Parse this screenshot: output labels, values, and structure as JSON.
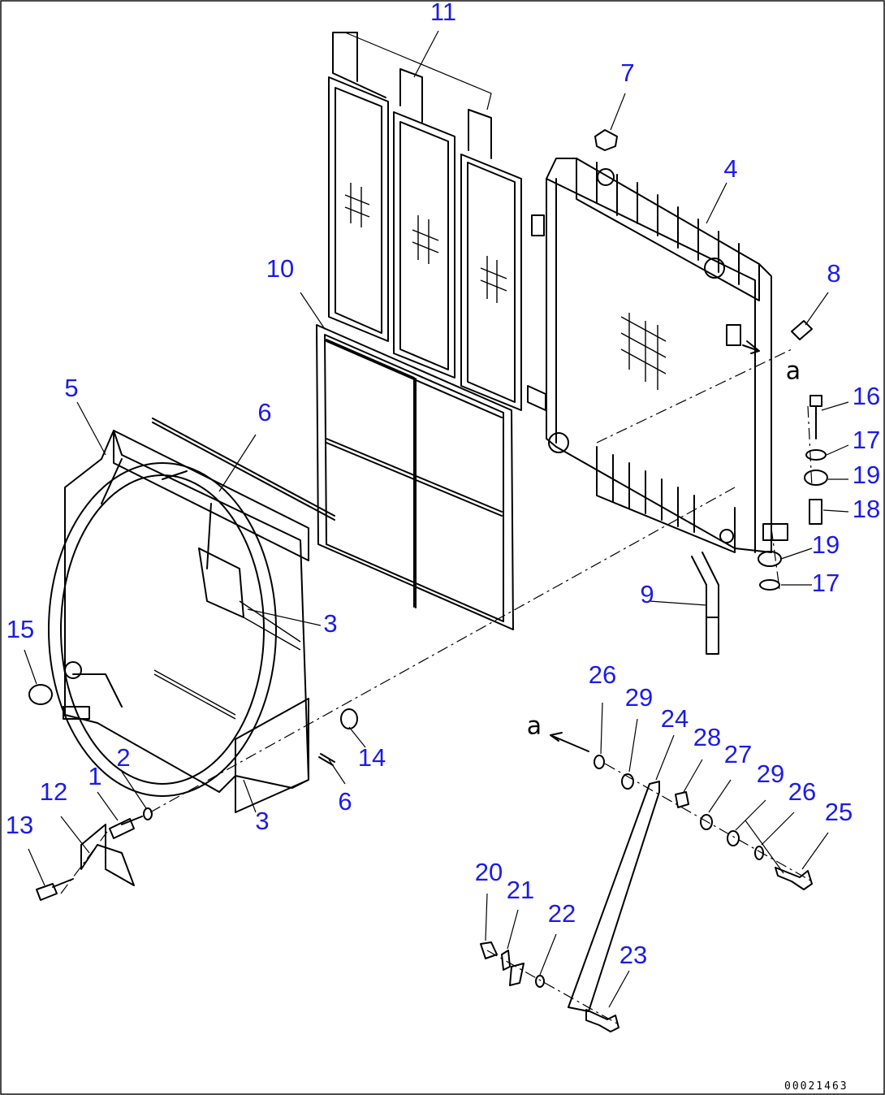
{
  "drawing": {
    "number": "00021463",
    "view_reference": "a"
  },
  "callouts": {
    "c1": "1",
    "c2": "2",
    "c3a": "3",
    "c3b": "3",
    "c4": "4",
    "c5": "5",
    "c6a": "6",
    "c6b": "6",
    "c7": "7",
    "c8": "8",
    "c9": "9",
    "c10": "10",
    "c11": "11",
    "c12": "12",
    "c13": "13",
    "c14": "14",
    "c15": "15",
    "c16": "16",
    "c17a": "17",
    "c17b": "17",
    "c18": "18",
    "c19a": "19",
    "c19b": "19",
    "c20": "20",
    "c21": "21",
    "c22": "22",
    "c23": "23",
    "c24": "24",
    "c25": "25",
    "c26a": "26",
    "c26b": "26",
    "c27": "27",
    "c28": "28",
    "c29a": "29",
    "c29b": "29"
  },
  "colors": {
    "callout_text": "#1b1be8",
    "line_art": "#000000",
    "background": "#ffffff"
  }
}
